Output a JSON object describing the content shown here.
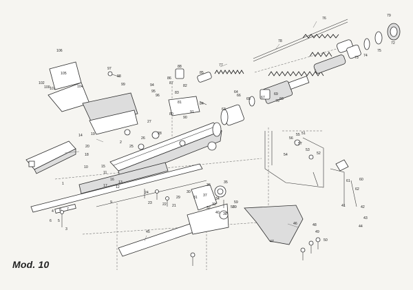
{
  "sheet": {
    "model_label": "Mod. 10",
    "part_numbers": [
      "79",
      "76",
      "77",
      "78",
      "73",
      "74",
      "75",
      "72",
      "106",
      "105",
      "102",
      "100",
      "101",
      "104",
      "97",
      "98",
      "99",
      "94",
      "95",
      "96",
      "88",
      "86",
      "87",
      "85",
      "83",
      "82",
      "81",
      "80",
      "90",
      "91",
      "84",
      "69",
      "70",
      "68",
      "67",
      "66",
      "65",
      "64",
      "63",
      "62",
      "61",
      "60",
      "59",
      "58",
      "57",
      "56",
      "55",
      "54",
      "53",
      "52",
      "51",
      "50",
      "49",
      "48",
      "47",
      "46",
      "45",
      "44",
      "43",
      "42",
      "41",
      "40",
      "39",
      "38",
      "37",
      "36",
      "35",
      "34",
      "33",
      "32",
      "31",
      "30",
      "29",
      "28",
      "27",
      "26",
      "25",
      "24",
      "23",
      "22",
      "21",
      "20",
      "19",
      "18",
      "17",
      "16",
      "15",
      "14",
      "13",
      "12",
      "11",
      "10",
      "9",
      "8",
      "7",
      "6",
      "5",
      "4",
      "3",
      "2",
      "1"
    ]
  }
}
